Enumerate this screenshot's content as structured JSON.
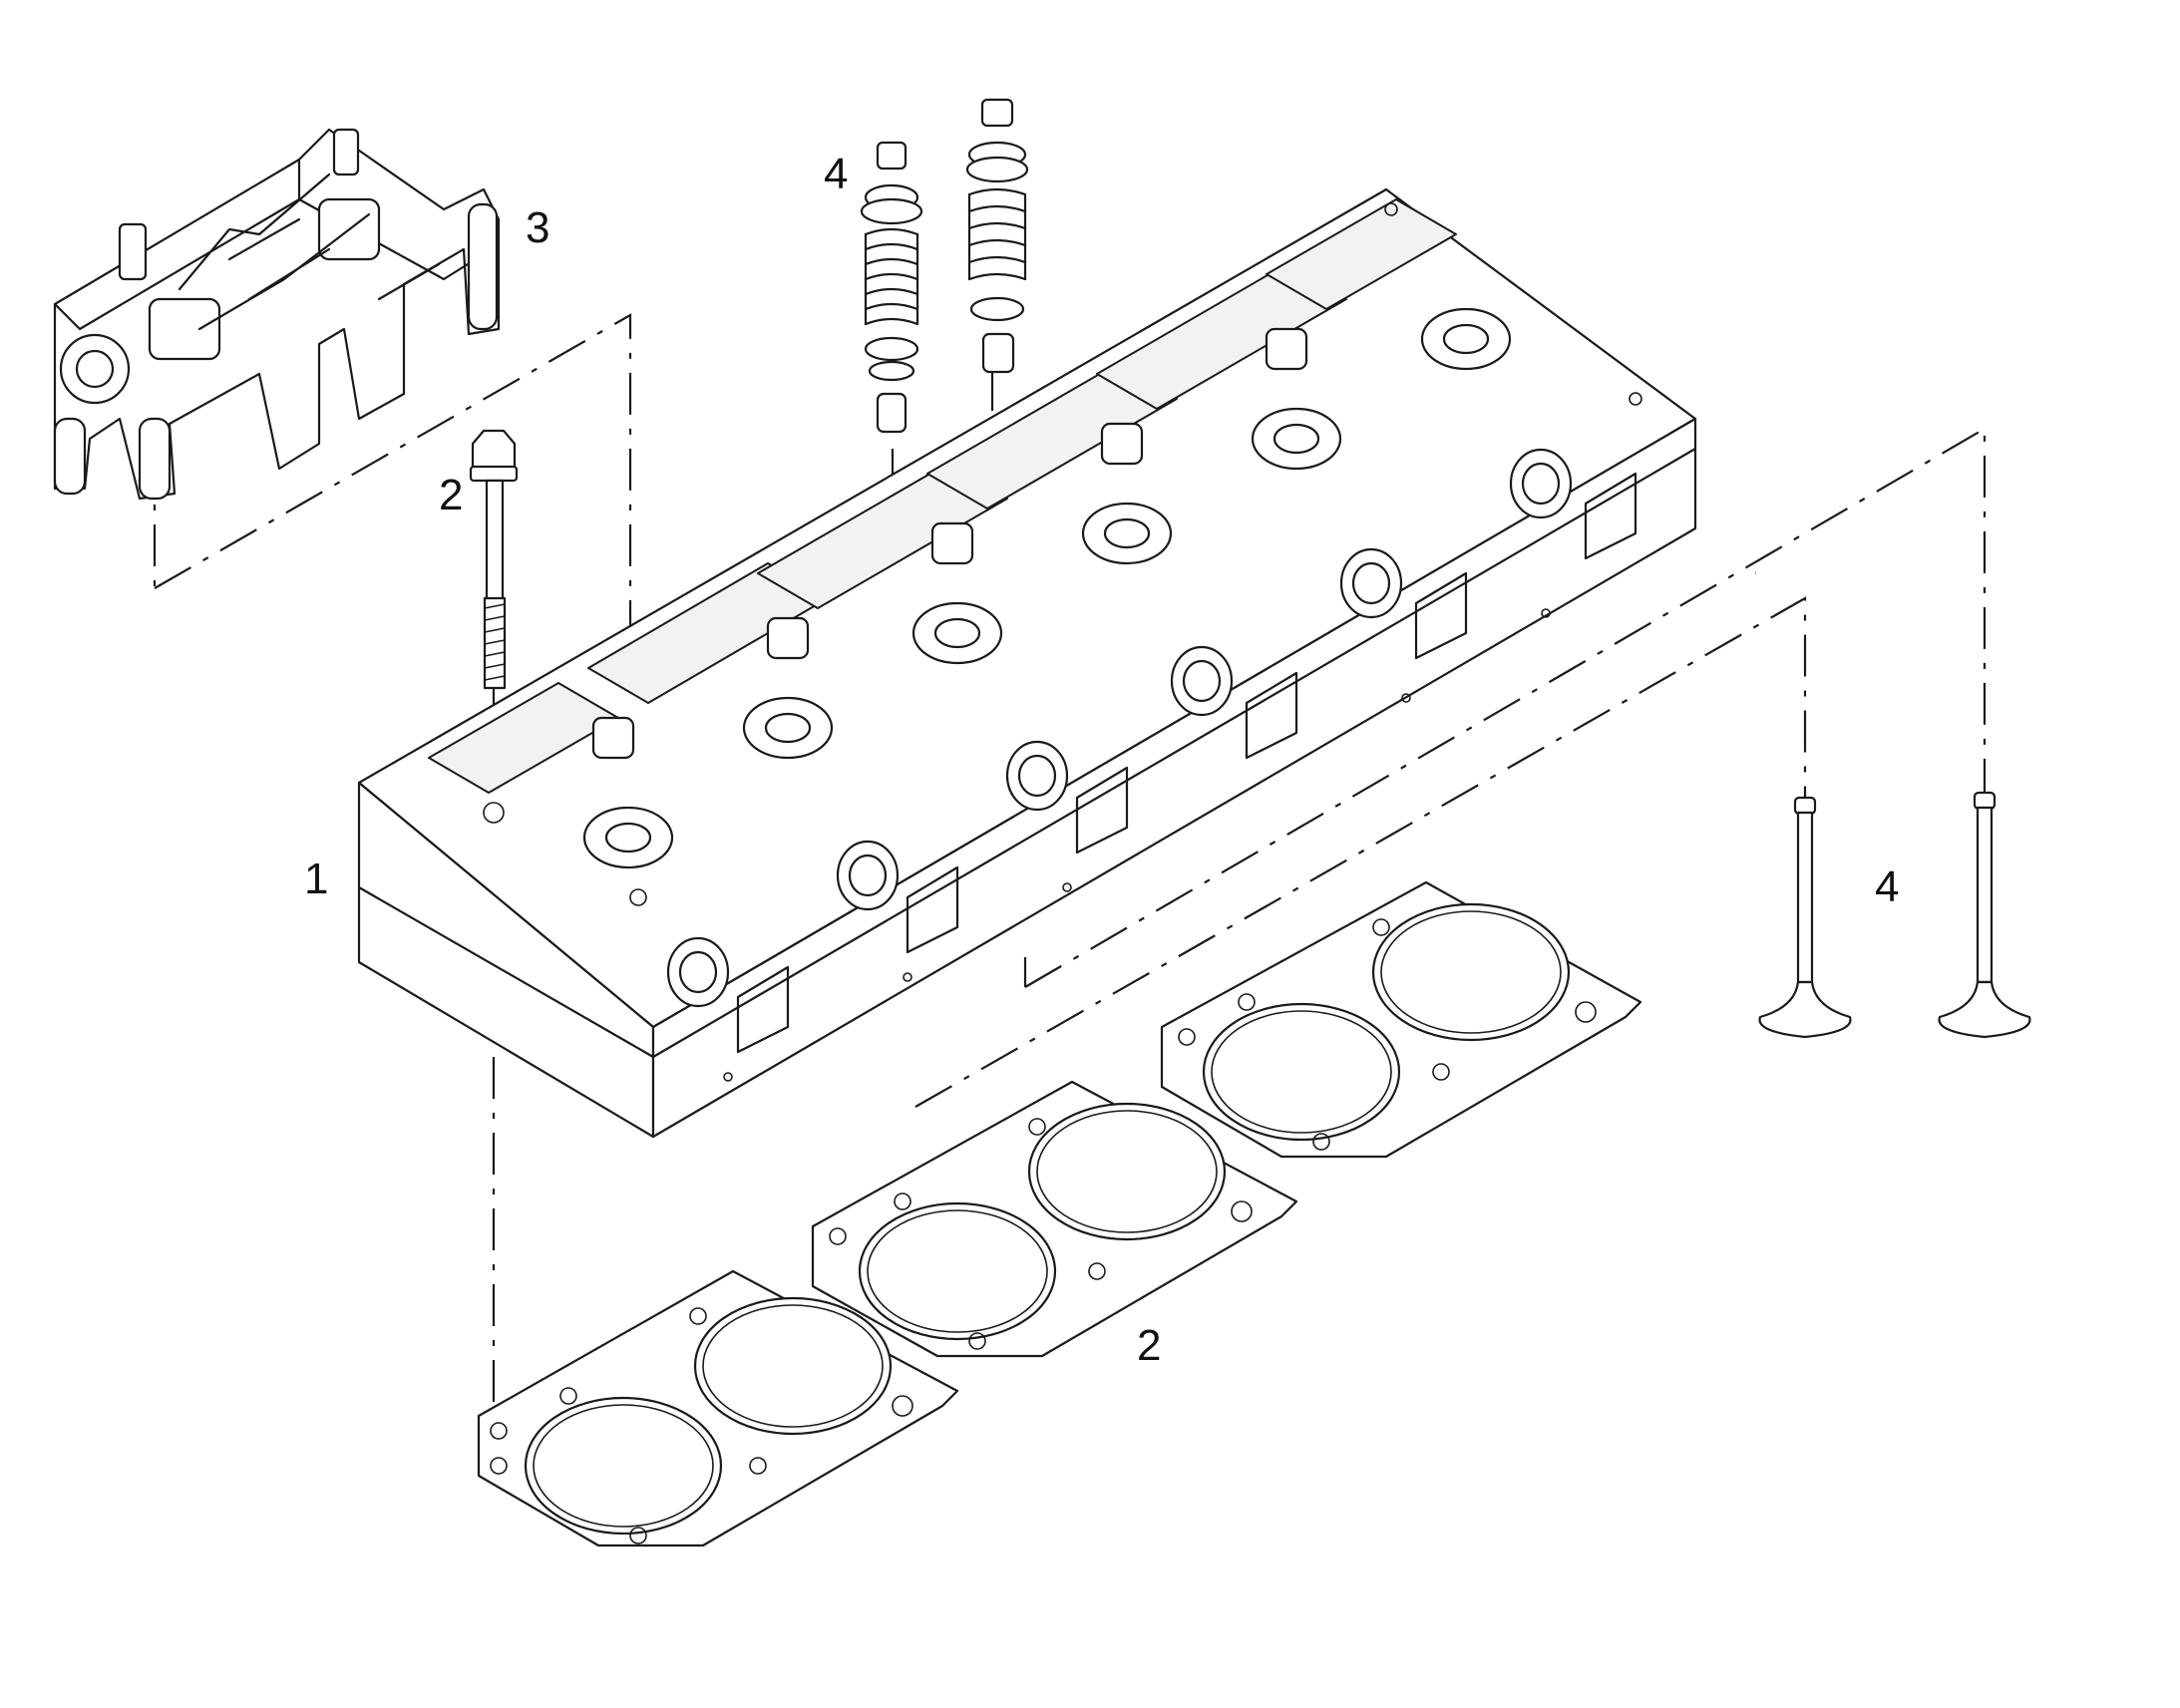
{
  "callouts": {
    "c1": "1",
    "c2_bolt": "2",
    "c2_gasket": "2",
    "c3": "3",
    "c4_top": "4",
    "c4_right": "4"
  },
  "colors": {
    "line": "#1a1a1a",
    "background": "#ffffff"
  }
}
